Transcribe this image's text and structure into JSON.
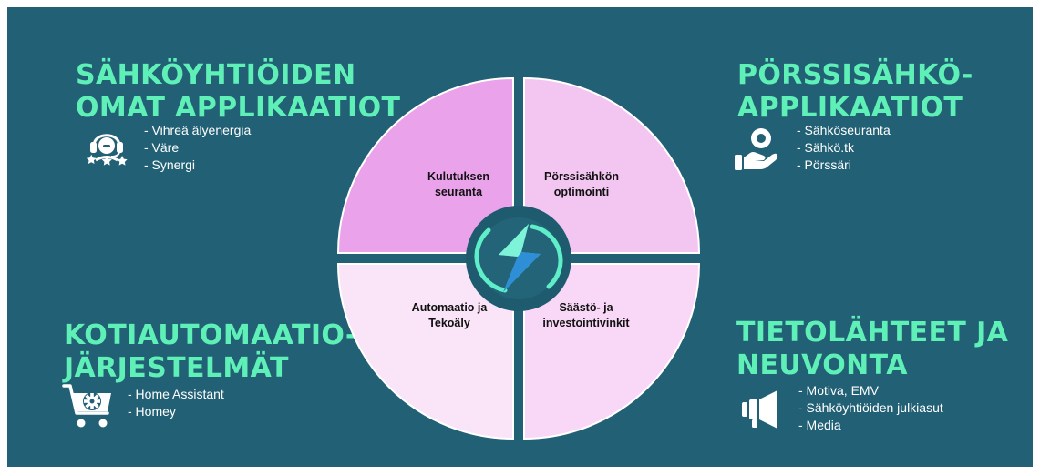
{
  "colors": {
    "background": "#226075",
    "title": "#5ff0b8",
    "list_text": "#ffffff",
    "quadrant_top_left": "#eaa2ea",
    "quadrant_top_right": "#f3c6f1",
    "quadrant_bottom_left": "#f9e4f8",
    "quadrant_bottom_right": "#f8d8f6",
    "hub": "#1e5b6e",
    "bolt_light": "#5fefc8",
    "bolt_dark": "#2f8fd6"
  },
  "sections": {
    "top_left": {
      "title_lines": [
        "SÄHKÖYHTIÖIDEN",
        "OMAT APPLIKAATIOT"
      ],
      "items": [
        "- Vihreä älyenergia",
        "- Väre",
        "- Synergi"
      ],
      "icon": "customer-service-icon"
    },
    "top_right": {
      "title_lines": [
        "PÖRSSISÄHKÖ-",
        "APPLIKAATIOT"
      ],
      "items": [
        "- Sähköseuranta",
        "- Sähkö.tk",
        "- Pörssäri"
      ],
      "icon": "hand-coin-icon"
    },
    "bottom_left": {
      "title_lines": [
        "KOTIAUTOMAATIO-",
        "JÄRJESTELMÄT"
      ],
      "items": [
        "- Home Assistant",
        "- Homey"
      ],
      "icon": "cart-gear-icon"
    },
    "bottom_right": {
      "title_lines": [
        "TIETOLÄHTEET JA",
        "NEUVONTA"
      ],
      "items": [
        "- Motiva, EMV",
        "- Sähköyhtiöiden julkiasut",
        "- Media"
      ],
      "icon": "megaphone-icon"
    }
  },
  "wheel": {
    "quadrants": {
      "top_left": [
        "Kulutuksen",
        "seuranta"
      ],
      "top_right": [
        "Pörssisähkön",
        "optimointi"
      ],
      "bottom_left": [
        "Automaatio ja",
        "Tekoäly"
      ],
      "bottom_right": [
        "Säästö- ja",
        "investointivinkit"
      ]
    },
    "center_icon": "lightning-bolt-icon"
  }
}
